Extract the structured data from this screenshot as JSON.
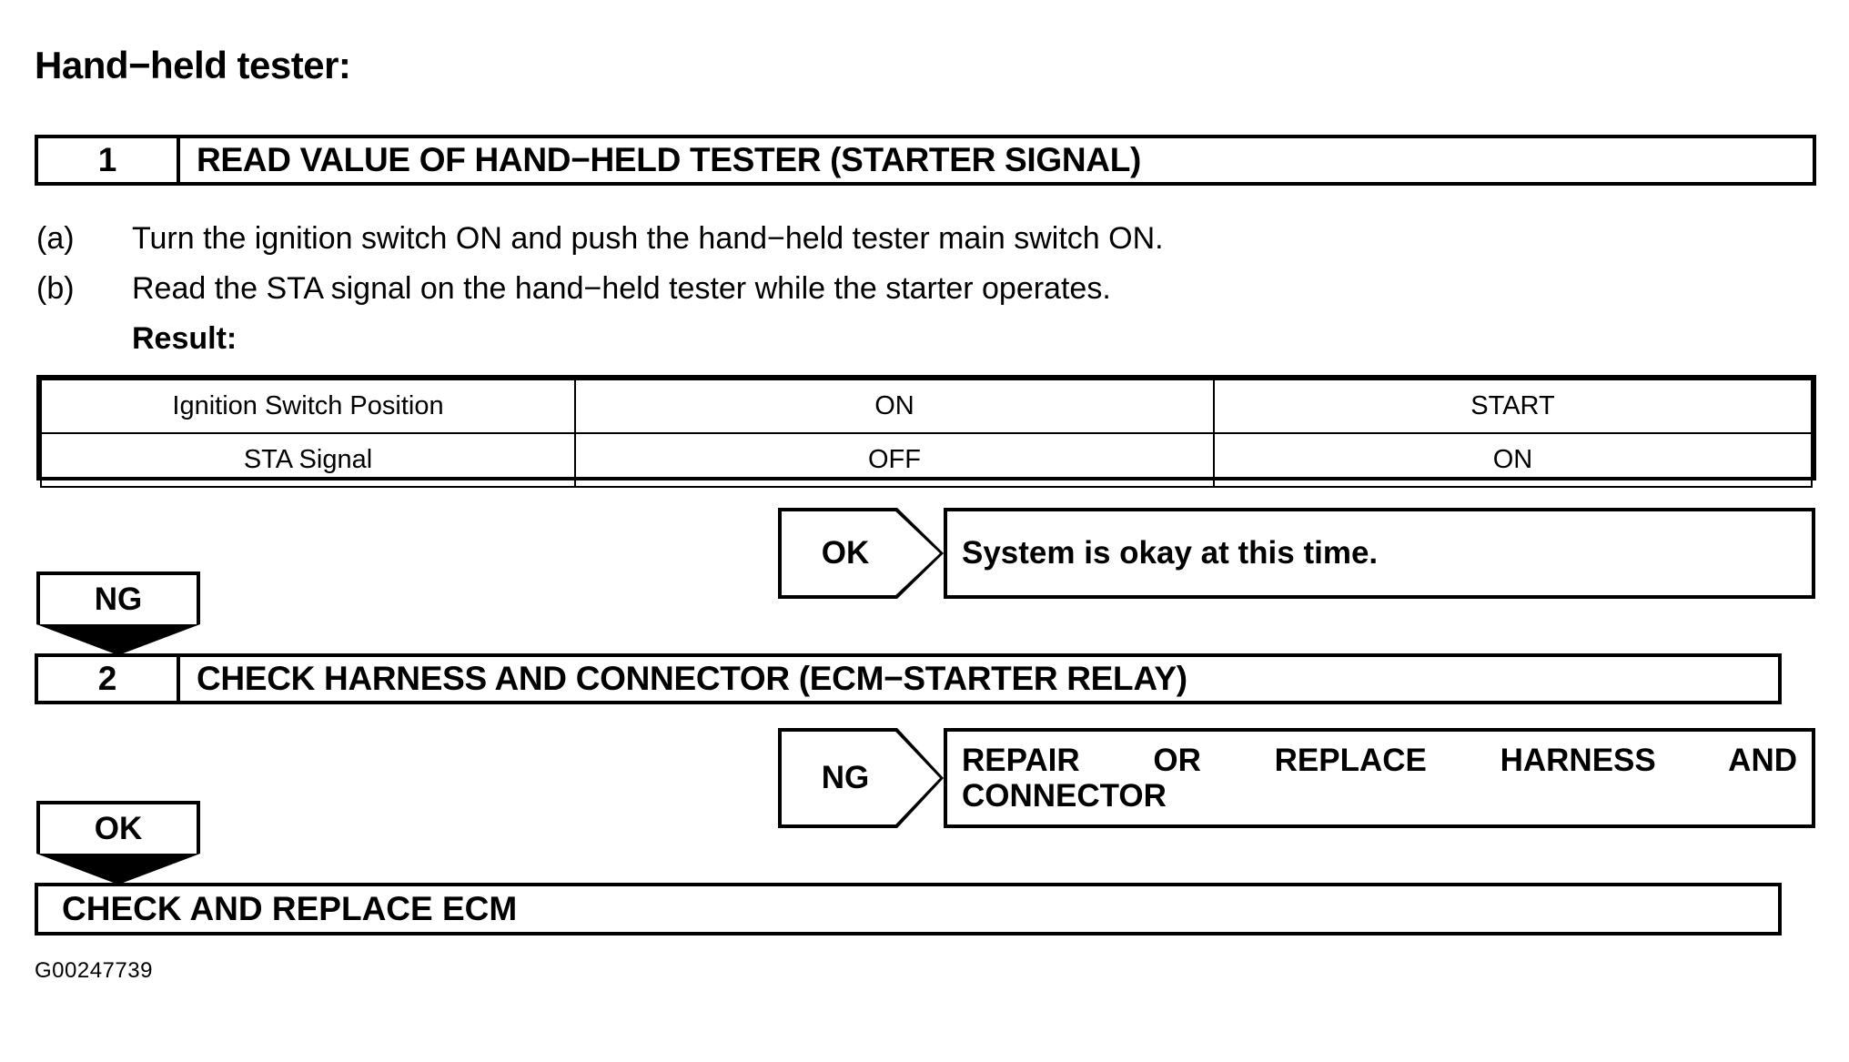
{
  "document": {
    "title": "Hand−held tester:",
    "footer_code": "G00247739"
  },
  "steps": [
    {
      "number": "1",
      "title": "READ VALUE OF HAND−HELD TESTER (STARTER SIGNAL)",
      "instructions": [
        {
          "marker": "(a)",
          "text": "Turn the ignition switch ON and push the hand−held tester main switch ON."
        },
        {
          "marker": "(b)",
          "text": "Read the STA signal on the hand−held tester while the starter operates."
        }
      ],
      "result_label": "Result:"
    },
    {
      "number": "2",
      "title": "CHECK HARNESS AND CONNECTOR (ECM−STARTER RELAY)"
    }
  ],
  "result_table": {
    "rows": [
      {
        "label": "Ignition Switch Position",
        "on": "ON",
        "start": "START"
      },
      {
        "label": "STA Signal",
        "on": "OFF",
        "start": "ON"
      }
    ]
  },
  "branches": [
    {
      "judgement": "OK",
      "result_line1": "System is okay at this time.",
      "result_line2": ""
    },
    {
      "judgement": "NG",
      "result_line1": "REPAIR OR REPLACE HARNESS AND",
      "result_line2": "CONNECTOR"
    }
  ],
  "tags": [
    {
      "label": "NG"
    },
    {
      "label": "OK"
    }
  ],
  "final_action": "CHECK AND REPLACE ECM"
}
